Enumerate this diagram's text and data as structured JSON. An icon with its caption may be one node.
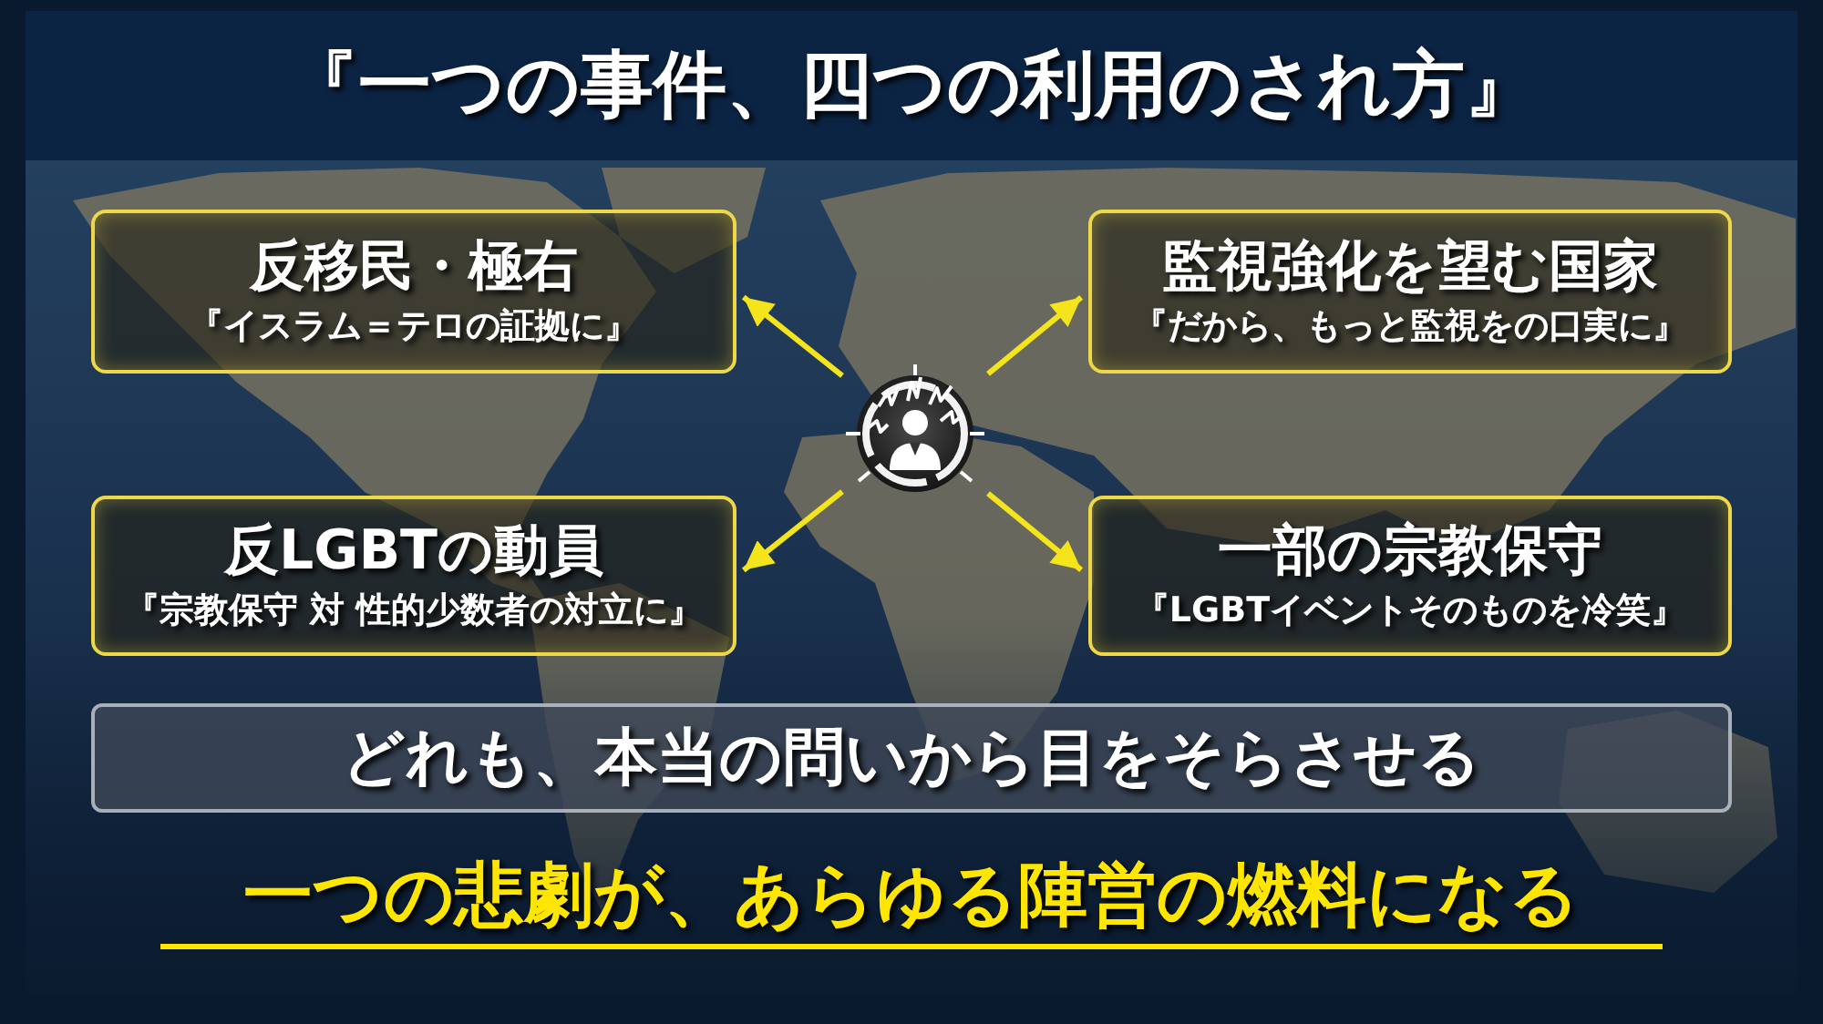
{
  "diagram": {
    "title": "『一つの事件、四つの利用のされ方』",
    "nodes": [
      {
        "text": [
          "反移民・極右",
          "『イスラム＝テロの証拠に』"
        ]
      },
      {
        "text": [
          "監視強化を望む国家",
          "『だから、もっと監視をの口実に』"
        ]
      },
      {
        "text": [],
        "shape": "picture"
      },
      {
        "text": [
          "反LGBTの動員",
          "『宗教保守 対 性的少数者の対立に』"
        ]
      },
      {
        "text": [
          "一部の宗教保守",
          "『LGBTイベントそのものを冷笑』"
        ]
      },
      {
        "text": [
          "どれも、本当の問いから目をそらさせる"
        ]
      }
    ],
    "edges": [
      {
        "from": 2,
        "to": 0,
        "arrow": "to"
      },
      {
        "from": 2,
        "to": 1,
        "arrow": "to"
      },
      {
        "from": 2,
        "to": 3,
        "arrow": "to"
      },
      {
        "from": 2,
        "to": 4,
        "arrow": "to"
      }
    ],
    "labels": [
      "一つの悲劇が、あらゆる陣営の燃料になる"
    ]
  }
}
